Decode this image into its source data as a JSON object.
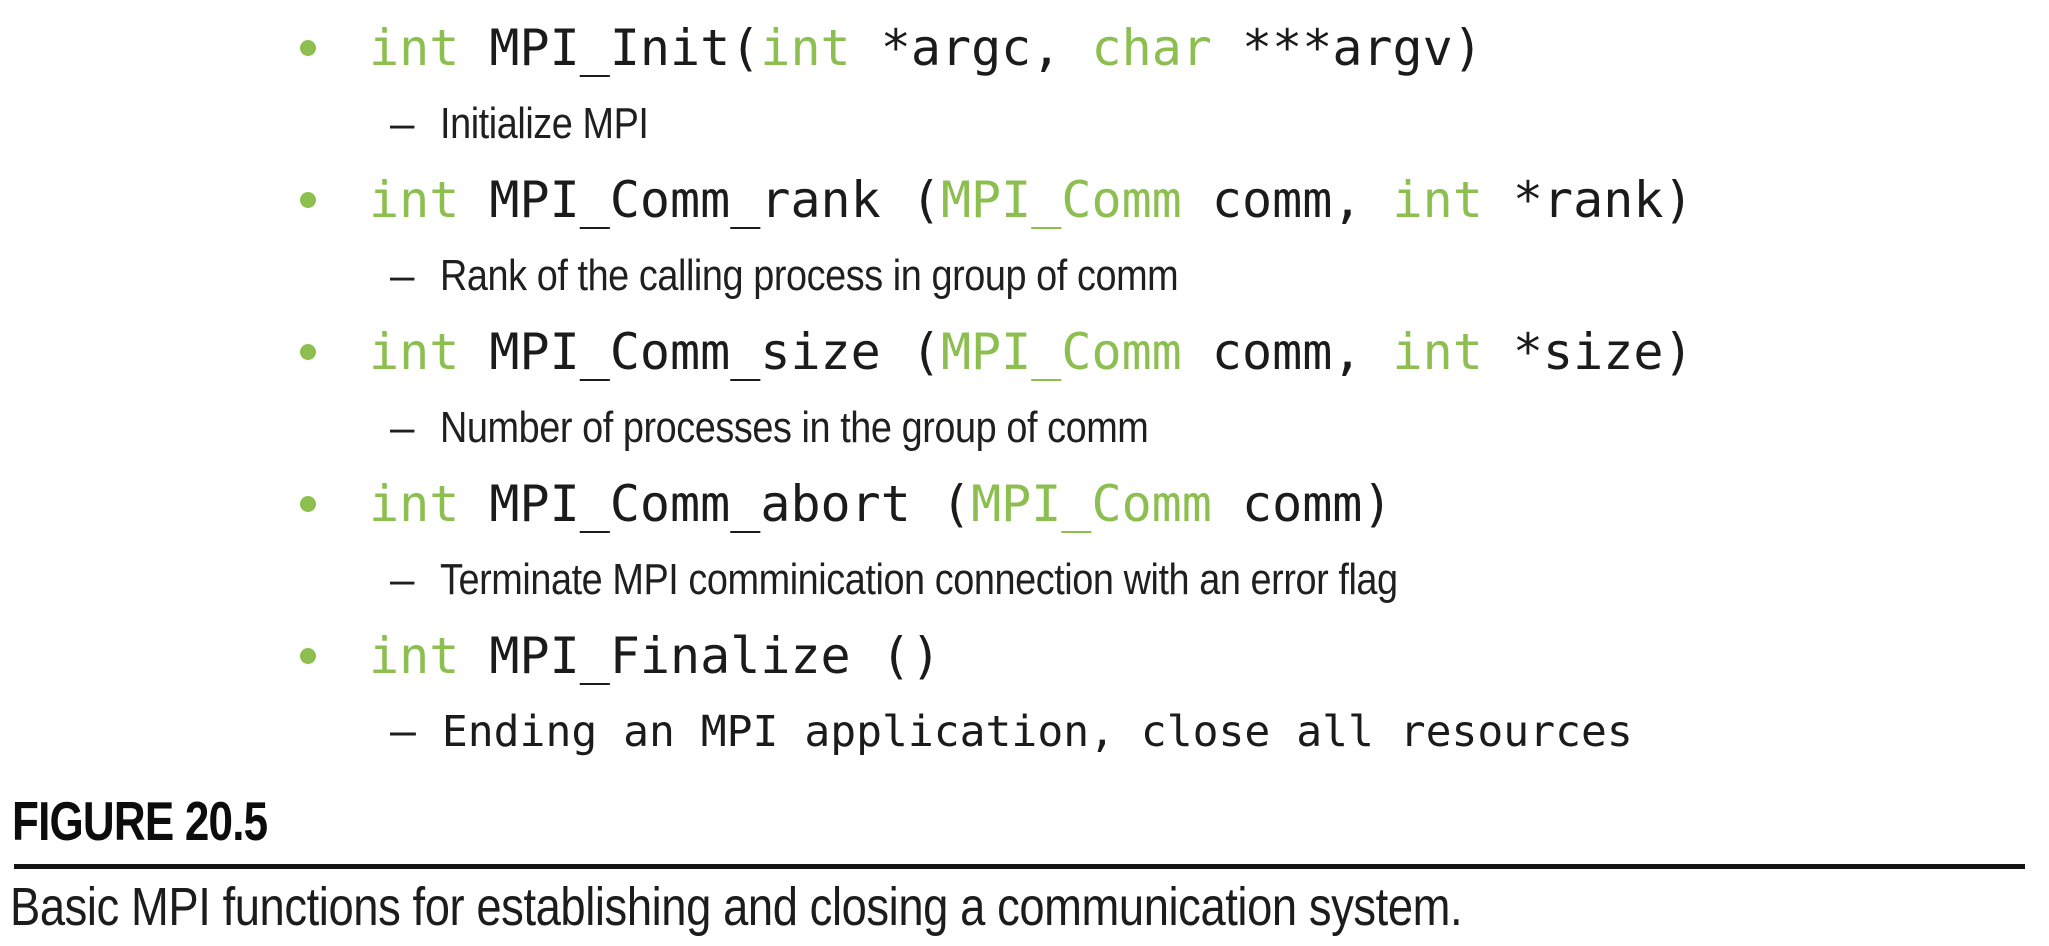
{
  "slide": {
    "colors": {
      "keyword_green": "#8CBE50",
      "code_black": "#1B1B1B"
    },
    "items": [
      {
        "code": [
          {
            "text": "int",
            "color": "green"
          },
          {
            "text": " MPI_Init(",
            "color": "black"
          },
          {
            "text": "int",
            "color": "green"
          },
          {
            "text": " *argc, ",
            "color": "black"
          },
          {
            "text": "char",
            "color": "green"
          },
          {
            "text": " ***argv)",
            "color": "black"
          }
        ],
        "description": "Initialize MPI",
        "description_mono": false
      },
      {
        "code": [
          {
            "text": "int",
            "color": "green"
          },
          {
            "text": " MPI_Comm_rank (",
            "color": "black"
          },
          {
            "text": "MPI_Comm",
            "color": "green"
          },
          {
            "text": " comm, ",
            "color": "black"
          },
          {
            "text": "int",
            "color": "green"
          },
          {
            "text": " *rank)",
            "color": "black"
          }
        ],
        "description": "Rank of the calling process in group of comm",
        "description_mono": false
      },
      {
        "code": [
          {
            "text": "int",
            "color": "green"
          },
          {
            "text": " MPI_Comm_size (",
            "color": "black"
          },
          {
            "text": "MPI_Comm",
            "color": "green"
          },
          {
            "text": " comm, ",
            "color": "black"
          },
          {
            "text": "int",
            "color": "green"
          },
          {
            "text": " *size)",
            "color": "black"
          }
        ],
        "description": "Number of processes in the group of comm",
        "description_mono": false
      },
      {
        "code": [
          {
            "text": "int",
            "color": "green"
          },
          {
            "text": " MPI_Comm_abort (",
            "color": "black"
          },
          {
            "text": "MPI_Comm",
            "color": "green"
          },
          {
            "text": " comm)",
            "color": "black"
          }
        ],
        "description": "Terminate MPI comminication connection with an error flag",
        "description_mono": false
      },
      {
        "code": [
          {
            "text": "int",
            "color": "green"
          },
          {
            "text": " MPI_Finalize ()",
            "color": "black"
          }
        ],
        "description": "Ending an MPI application, close all resources",
        "description_mono": true
      }
    ],
    "dash_glyph": "–"
  },
  "figure": {
    "label": "FIGURE 20.5",
    "caption": "Basic MPI functions for establishing and closing a communication system."
  }
}
